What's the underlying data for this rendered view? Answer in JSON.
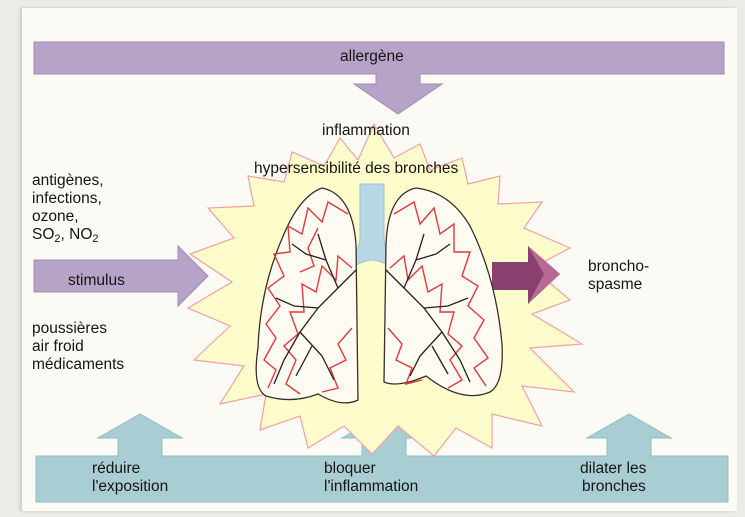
{
  "top_arrow": {
    "label": "allergène"
  },
  "center": {
    "inflammation": "inflammation",
    "hypersensitivity": "hypersensibilité des bronches"
  },
  "left_triggers": {
    "lines": [
      "antigènes,",
      "infections,",
      "ozone,"
    ],
    "so2": {
      "base": "SO",
      "sub": "2"
    },
    "separator": ", ",
    "no2": {
      "base": "NO",
      "sub": "2"
    }
  },
  "stimulus_arrow": {
    "label": "stimulus"
  },
  "left_others": {
    "lines": [
      "poussières",
      "air froid",
      "médicaments"
    ]
  },
  "output_arrow": {
    "lines": [
      "broncho-",
      "spasme"
    ]
  },
  "treatments": [
    {
      "lines": [
        "réduire",
        "l'exposition"
      ]
    },
    {
      "lines": [
        "bloquer",
        "l'inflammation"
      ]
    },
    {
      "lines": [
        "dilater les",
        "bronches"
      ]
    }
  ],
  "colors": {
    "purple_arrow": "#b7a3c7",
    "purple_arrow_dark": "#a08ab3",
    "teal_band": "#a8cdd3",
    "teal_arrow": "#8fbdc5",
    "burst_fill": "#fffccb",
    "burst_edge": "#f2a1a3",
    "output_arrow": "#8a3f6f",
    "output_arrow_light": "#b66a93",
    "trachea": "#b9d6e4",
    "lung_fill": "#fdfbf2",
    "vessels_red": "#e23a3a",
    "bronchi_dark": "#2a1e1a"
  }
}
